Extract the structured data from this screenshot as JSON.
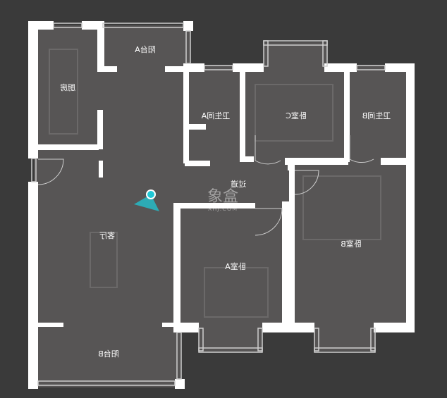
{
  "rooms": {
    "balcony_a": "阳台A",
    "kitchen": "厨房",
    "bath_a": "卫生间A",
    "bedroom_c": "卧室C",
    "bath_b": "卫生间B",
    "corridor": "过道",
    "living": "客厅",
    "bedroom_a": "卧室A",
    "bedroom_b": "卧室B",
    "balcony_b": "阳台B"
  },
  "watermark": {
    "main": "象盒",
    "sub": "XHJ.COM"
  },
  "colors": {
    "background": "#3a3a3a",
    "floor": "#5a5858",
    "wall": "#ffffff",
    "marker": "#1fc8d6"
  },
  "labels_mirrored": true
}
